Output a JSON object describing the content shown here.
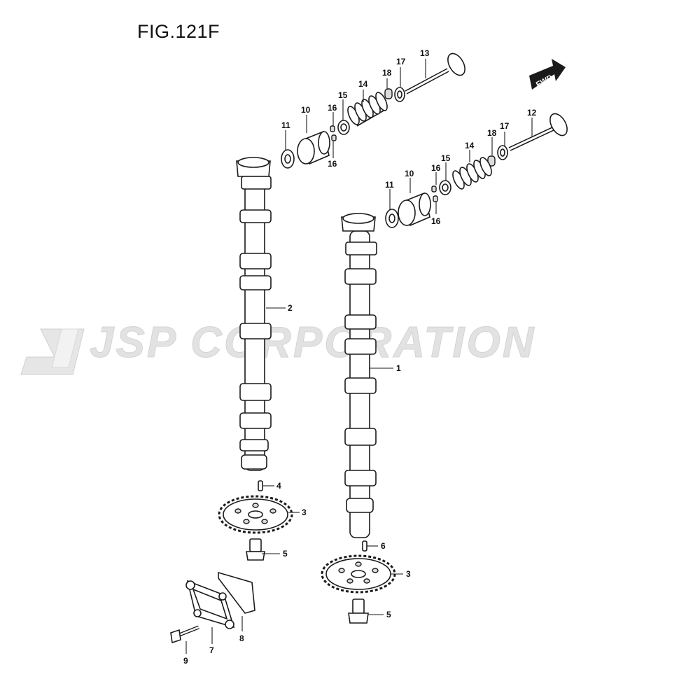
{
  "figure_title": "FIG.121F",
  "watermark_text": "JSP CORPORATION",
  "fwd_label": "FWD",
  "colors": {
    "line": "#1a1a1a",
    "watermark": "#e2e2e2",
    "background": "#ffffff"
  },
  "callouts": [
    {
      "id": "c13a",
      "label": "13"
    },
    {
      "id": "c17a",
      "label": "17"
    },
    {
      "id": "c18a",
      "label": "18"
    },
    {
      "id": "c14a",
      "label": "14"
    },
    {
      "id": "c15a",
      "label": "15"
    },
    {
      "id": "c16a",
      "label": "16"
    },
    {
      "id": "c10a",
      "label": "10"
    },
    {
      "id": "c11a",
      "label": "11"
    },
    {
      "id": "c16b",
      "label": "16"
    },
    {
      "id": "c12",
      "label": "12"
    },
    {
      "id": "c18b",
      "label": "18"
    },
    {
      "id": "c17b",
      "label": "17"
    },
    {
      "id": "c14b",
      "label": "14"
    },
    {
      "id": "c16c",
      "label": "16"
    },
    {
      "id": "c15b",
      "label": "15"
    },
    {
      "id": "c10b",
      "label": "10"
    },
    {
      "id": "c11b",
      "label": "11"
    },
    {
      "id": "c16d",
      "label": "16"
    },
    {
      "id": "c2",
      "label": "2"
    },
    {
      "id": "c1",
      "label": "1"
    },
    {
      "id": "c4",
      "label": "4"
    },
    {
      "id": "c3a",
      "label": "3"
    },
    {
      "id": "c5a",
      "label": "5"
    },
    {
      "id": "c6",
      "label": "6"
    },
    {
      "id": "c3b",
      "label": "3"
    },
    {
      "id": "c5b",
      "label": "5"
    },
    {
      "id": "c8",
      "label": "8"
    },
    {
      "id": "c7",
      "label": "7"
    },
    {
      "id": "c9",
      "label": "9"
    }
  ]
}
